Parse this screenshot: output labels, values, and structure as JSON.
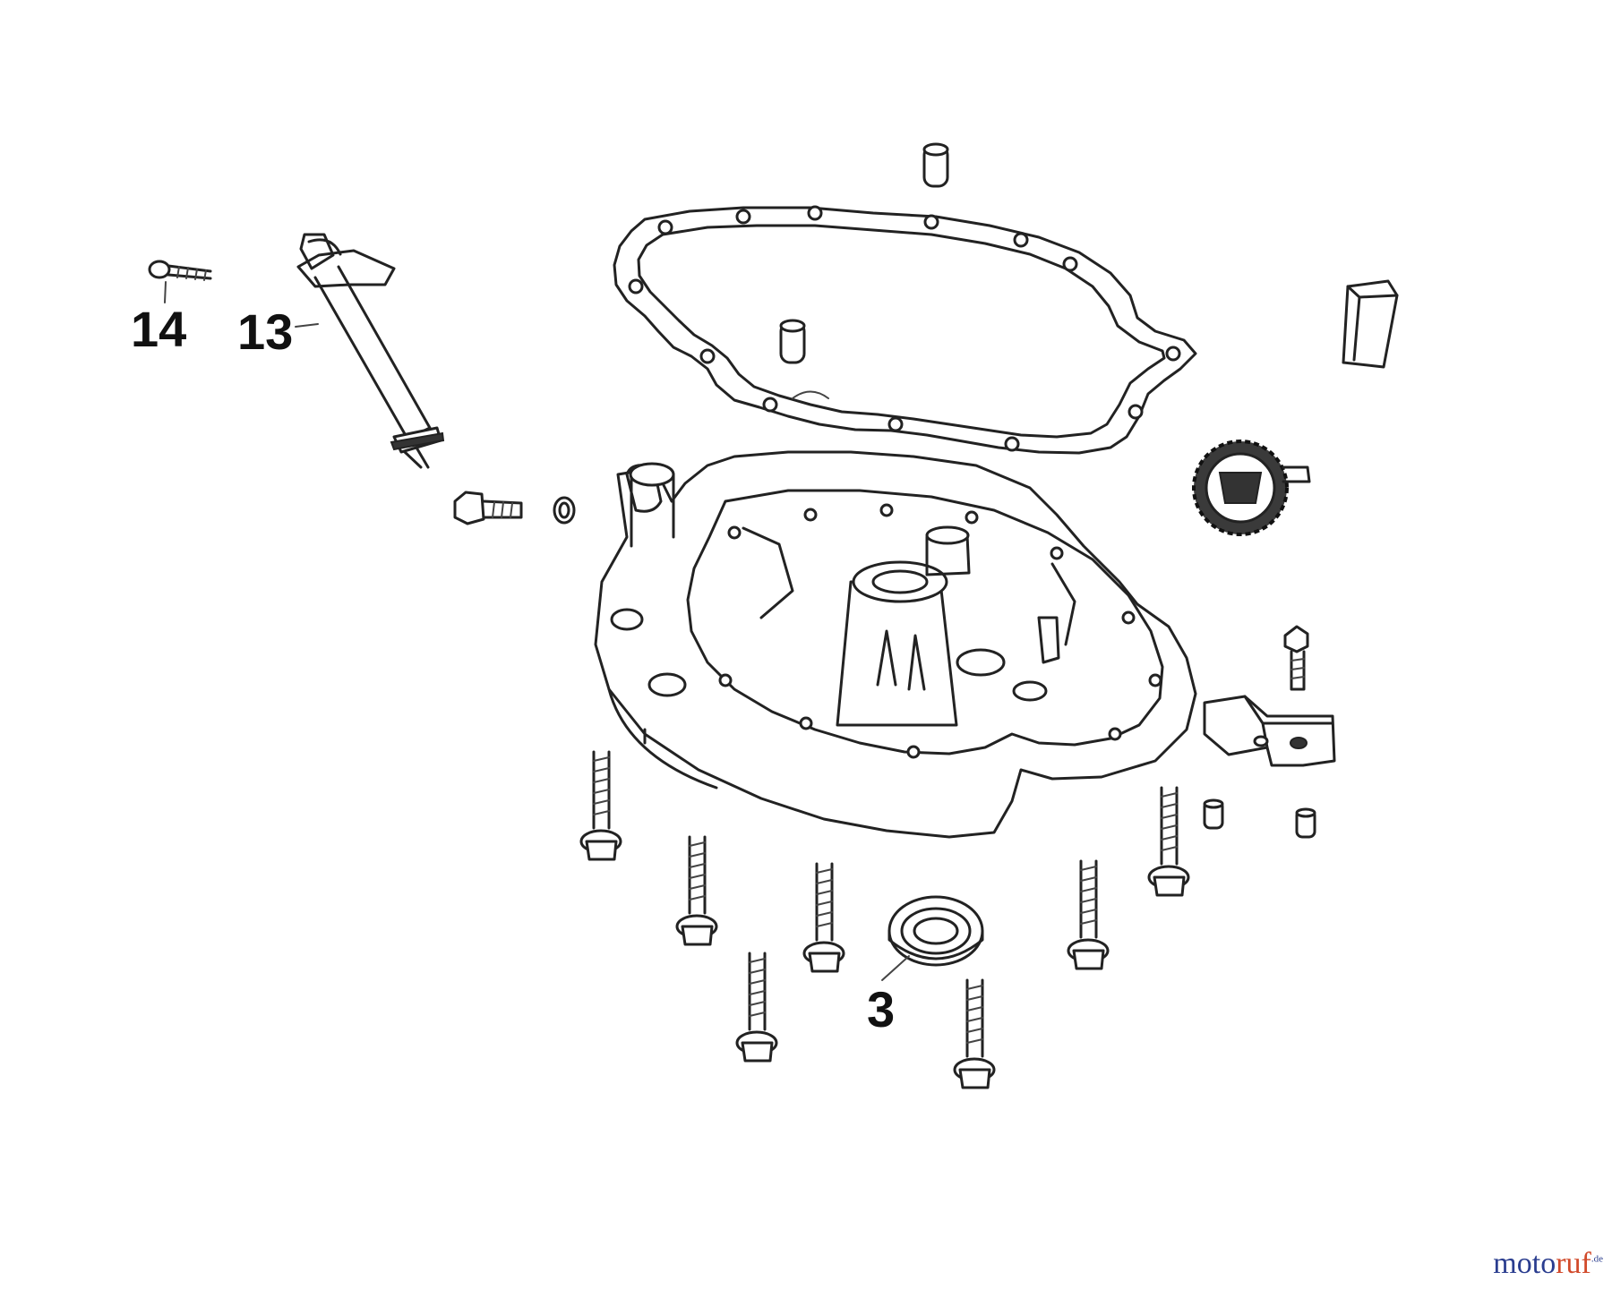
{
  "callouts": {
    "part_14": "14",
    "part_13": "13",
    "part_3": "3"
  },
  "watermark": {
    "part_a": "moto",
    "part_b": "ruf",
    "part_c": ".de"
  }
}
